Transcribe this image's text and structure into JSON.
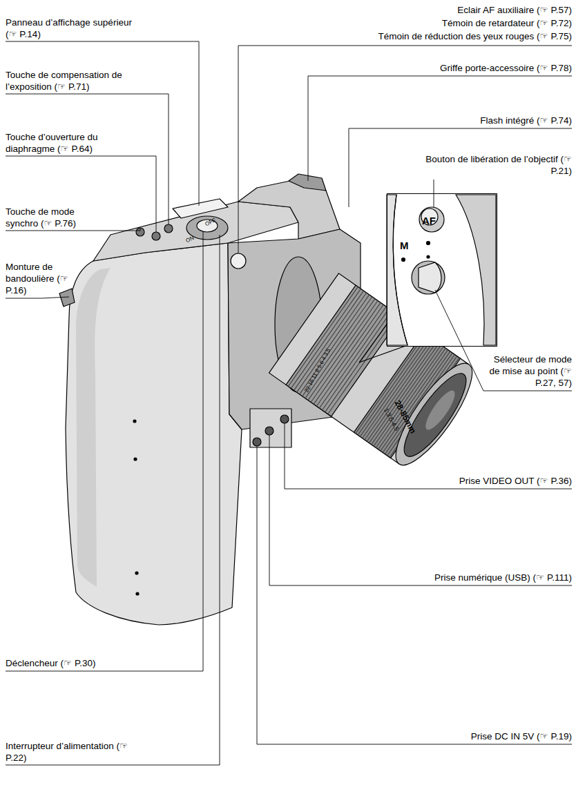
{
  "diagram": {
    "nodes": [
      {
        "text": [
          "M",
          "AF"
        ]
      }
    ],
    "labels": [
      "Eclair AF auxiliaire (☞ P.57)",
      "Témoin de retardateur (☞ P.72)",
      "Témoin de réduction des yeux rouges (☞ P.75)",
      "Panneau d’affichage supérieur (☞ P.14)",
      "Touche de compensation de l’exposition (☞ P.71)",
      "Griffe porte-accessoire (☞ P.78)",
      "Touche d’ouverture du diaphragme (☞ P.64)",
      "Flash intégré (☞ P.74)",
      "Bouton de libération de l’objectif (☞ P.21)",
      "Touche de mode synchro (☞ P.76)",
      "Monture de bandoulière (☞ P.16)",
      "Sélecteur de mode de mise au point (☞ P.27, 57)",
      "Prise VIDEO OUT (☞ P.36)",
      "Déclencheur (☞ P.30)",
      "Prise numérique (USB) (☞ P.111)",
      "Interrupteur d’alimentation (☞ P.22)",
      "Prise DC IN 5V (☞ P.19)",
      "ON",
      "OFF",
      "22 16 11 8 5.6 4 3.5",
      "28-85mm",
      "1:3.5-4.5"
    ]
  }
}
